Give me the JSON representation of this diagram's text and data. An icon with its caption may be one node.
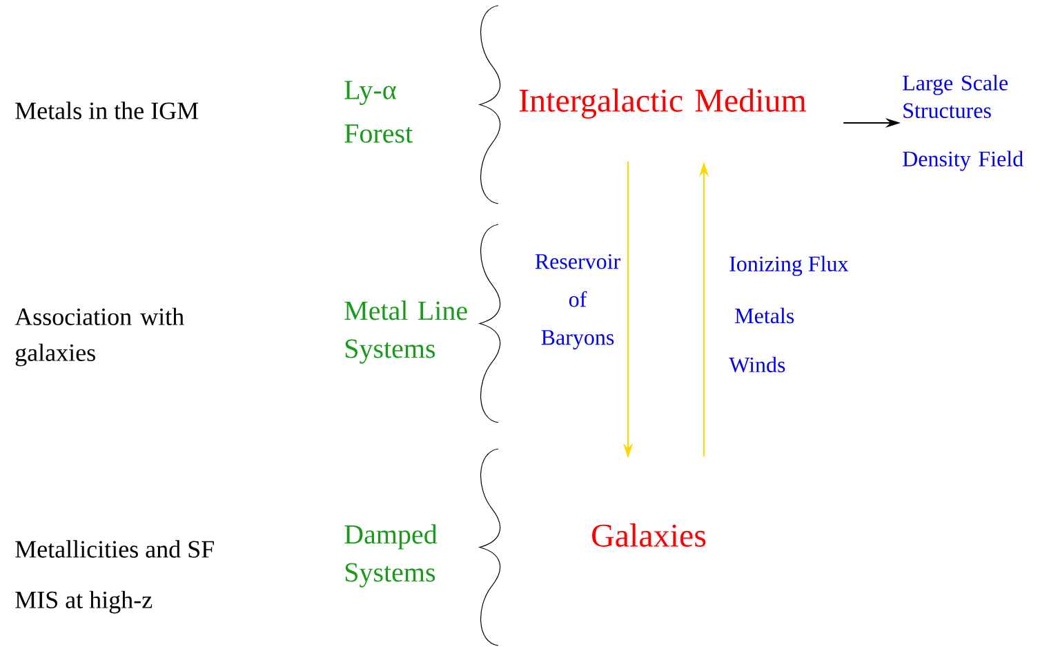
{
  "diagram": {
    "nodes": [
      {
        "text": [
          "Intergalactic Medium"
        ]
      },
      {
        "text": [
          "Galaxies"
        ]
      },
      {
        "text": [
          "Large Scale Structures",
          "Density Field"
        ]
      }
    ],
    "edges": [
      {
        "from": 0,
        "to": 2,
        "arrow": "to",
        "color": "#000000"
      },
      {
        "from": 0,
        "to": 1,
        "arrow": "to",
        "color": "#ffd700"
      },
      {
        "from": 1,
        "to": 0,
        "arrow": "to",
        "color": "#ffd700"
      }
    ],
    "labels": [
      "Metals in the IGM",
      "Association with galaxies",
      "Metallicities and SF",
      "MIS at high-z",
      "Ly-α Forest",
      "Metal Line Systems",
      "Damped Systems",
      "Reservoir of Baryons",
      "Ionizing Flux",
      "Metals",
      "Winds"
    ]
  }
}
